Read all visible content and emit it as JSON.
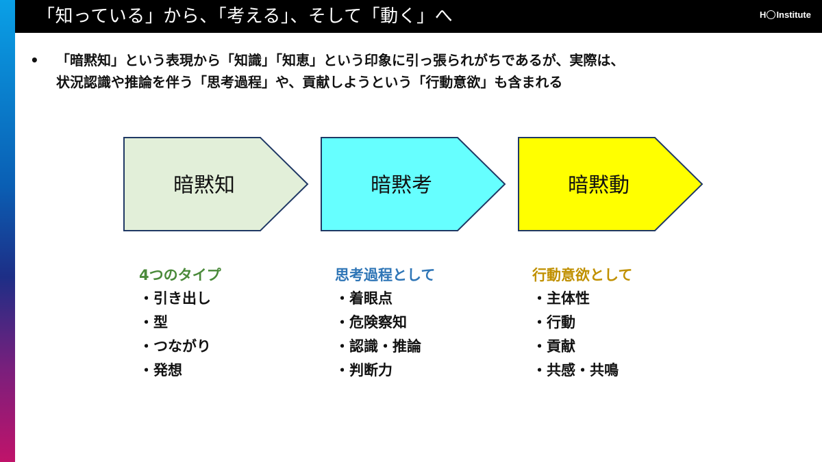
{
  "header": {
    "title": "「知っている」から、「考える」、そして「動く」へ",
    "logo_prefix": "H",
    "logo_suffix": "Institute"
  },
  "bullet": {
    "marker": "•",
    "text": "「暗黙知」という表現から「知識」「知恵」という印象に引っ張られがちであるが、実際は、\n状況認識や推論を伴う「思考過程」や、貢献しようという「行動意欲」も含まれる"
  },
  "flow": [
    {
      "label": "暗黙知",
      "fill": "#e2efd9",
      "heading": "4つのタイプ",
      "heading_color": "#4a8a3a",
      "items": [
        "引き出し",
        "型",
        "つながり",
        "発想"
      ]
    },
    {
      "label": "暗黙考",
      "fill": "#66ffff",
      "heading": "思考過程として",
      "heading_color": "#2e75b6",
      "items": [
        "着眼点",
        "危険察知",
        "認識・推論",
        "判断力"
      ]
    },
    {
      "label": "暗黙動",
      "fill": "#ffff00",
      "heading": "行動意欲として",
      "heading_color": "#c09000",
      "items": [
        "主体性",
        "行動",
        "貢献",
        "共感・共鳴"
      ]
    }
  ],
  "colors": {
    "arrow_stroke": "#1f3864",
    "title_bar": "#000000"
  }
}
